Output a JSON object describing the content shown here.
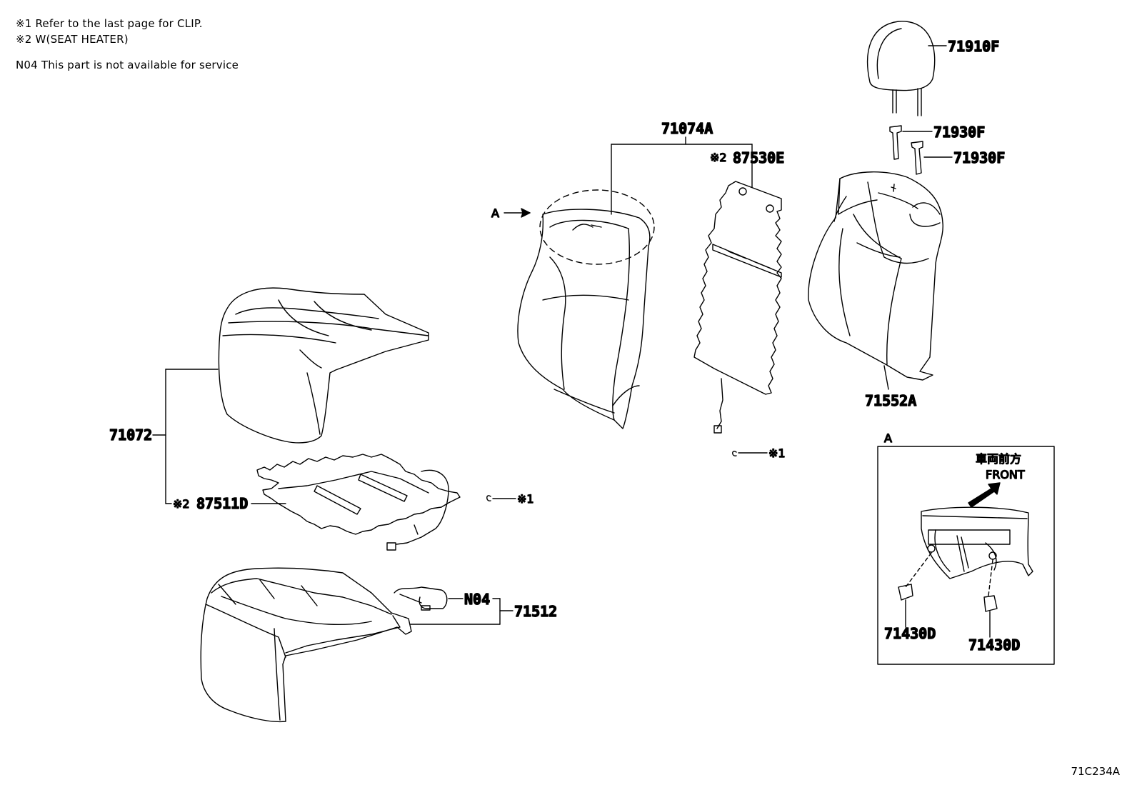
{
  "notes": {
    "note1": "※1 Refer to the last page for CLIP.",
    "note2": "※2 W(SEAT HEATER)",
    "note3": "N04 This part is not available for service"
  },
  "parts": {
    "headrest": "71910F",
    "guide_1": "71930F",
    "guide_2": "71930F",
    "back_assy": "71074A",
    "back_heater": "87530E",
    "back_heater_mark": "※2",
    "back_pad": "71552A",
    "cushion_assy": "71072",
    "cushion_heater": "87511D",
    "cushion_heater_mark": "※2",
    "cushion_pad": "71512",
    "not_serviced": "N04",
    "clip_ref_1": "※1",
    "clip_ref_2": "※1",
    "detail_ref": "A",
    "detail_clip_1": "71430D",
    "detail_clip_2": "71430D"
  },
  "detail": {
    "title": "A",
    "direction_jp": "車両前方",
    "direction_en": "FRONT"
  },
  "figure_id": "71C234A"
}
